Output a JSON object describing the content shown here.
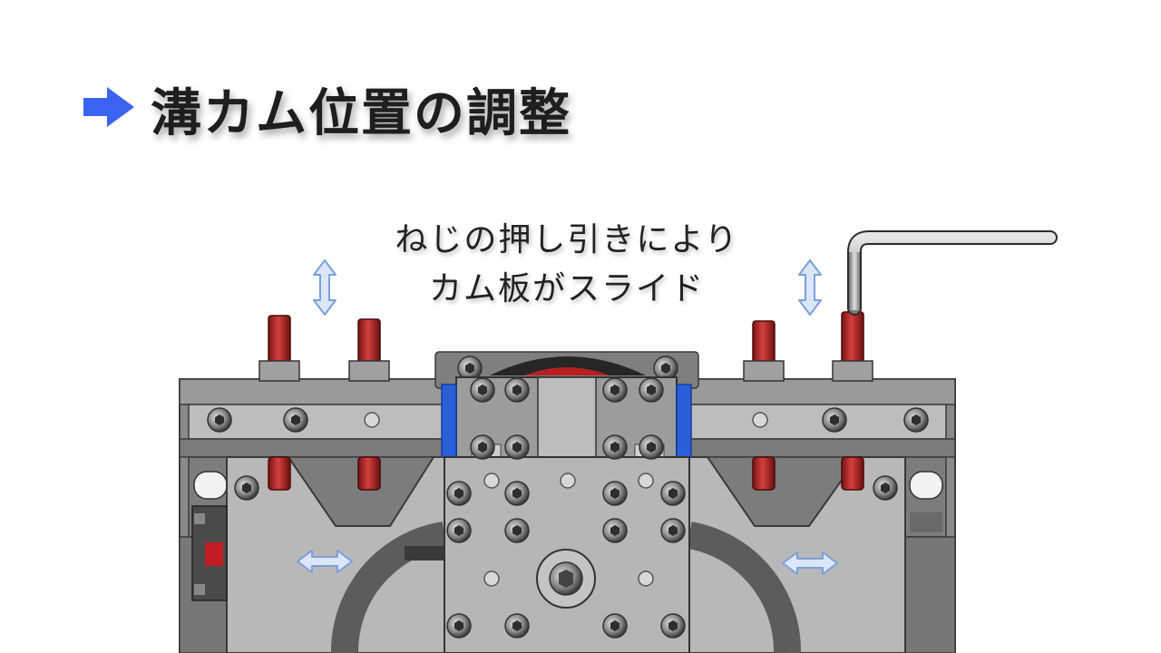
{
  "title": {
    "text": "溝カム位置の調整",
    "arrow_icon": "right-arrow-icon",
    "arrow_color": "#3b63f0"
  },
  "caption": {
    "line1": "ねじの押し引きにより",
    "line2": "カム板がスライド"
  },
  "diagram": {
    "colors": {
      "plate": "#8a8a8a",
      "plate_light": "#b4b4b4",
      "plate_dark": "#5e5e5e",
      "bolt_red": "#b3262a",
      "clamp_blue": "#2b5fd9",
      "motion_arrow": "#7aa0d8"
    },
    "icons": [
      "vertical-double-arrow-icon",
      "horizontal-double-arrow-icon",
      "hex-key-icon"
    ]
  }
}
